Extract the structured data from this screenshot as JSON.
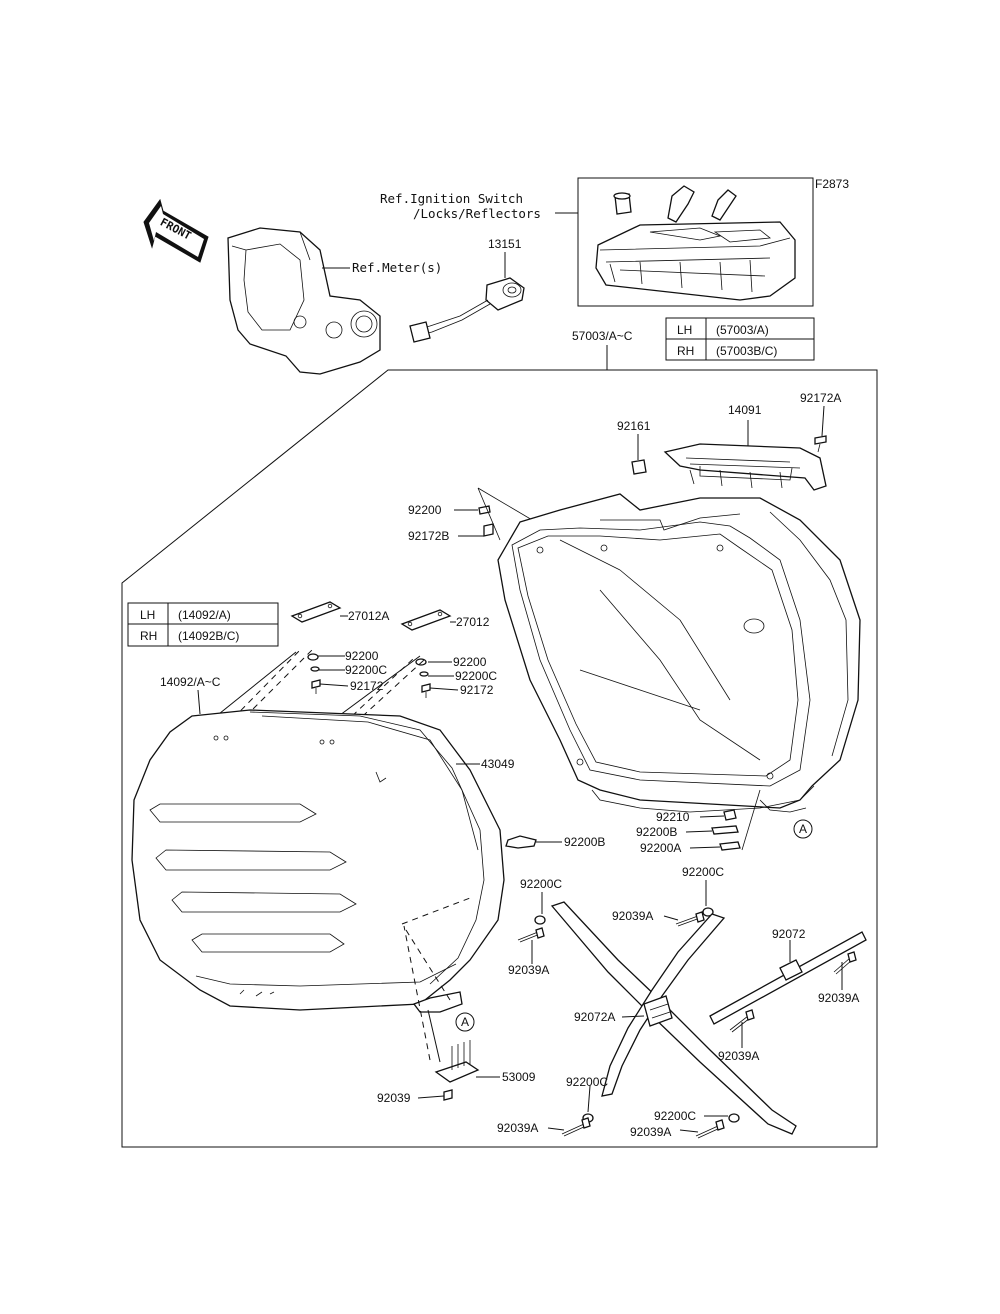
{
  "diagram_code": "F2873",
  "front_arrow": "FRONT",
  "refs": {
    "ignition": [
      "Ref.Ignition Switch",
      "/Locks/Reflectors"
    ],
    "meter": "Ref.Meter(s)"
  },
  "table_case": {
    "rows": [
      {
        "side": "LH",
        "part": "(57003/A)"
      },
      {
        "side": "RH",
        "part": "(57003B/C)"
      }
    ]
  },
  "table_cover": {
    "rows": [
      {
        "side": "LH",
        "part": "(14092/A)"
      },
      {
        "side": "RH",
        "part": "(14092B/C)"
      }
    ]
  },
  "callout_A": "A",
  "labels": {
    "p13151": "13151",
    "p57003": "57003/A~C",
    "p14091": "14091",
    "p92172A": "92172A",
    "p92161": "92161",
    "p92200_top": "92200",
    "p92172B": "92172B",
    "p27012A": "27012A",
    "p27012": "27012",
    "p92200_l": "92200",
    "p92200C_l": "92200C",
    "p92172_l": "92172",
    "p92200_r": "92200",
    "p92200C_r": "92200C",
    "p92172_r": "92172",
    "p14092": "14092/A~C",
    "p43049": "43049",
    "p92210": "92210",
    "p92200B_r": "92200B",
    "p92200A": "92200A",
    "p92200B_m": "92200B",
    "p92200C_a": "92200C",
    "p92200C_b": "92200C",
    "p92039A_a": "92039A",
    "p92039A_b": "92039A",
    "p92072": "92072",
    "p92039A_c": "92039A",
    "p92072A": "92072A",
    "p92039A_d": "92039A",
    "p53009": "53009",
    "p92039": "92039",
    "p92200C_c": "92200C",
    "p92200C_d": "92200C",
    "p92039A_e": "92039A",
    "p92039A_f": "92039A"
  }
}
